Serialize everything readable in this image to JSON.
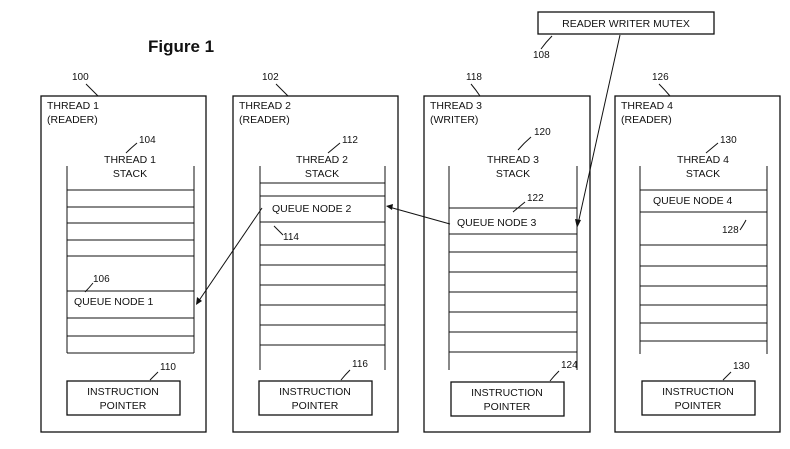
{
  "figure_title": "Figure 1",
  "mutex": {
    "label": "READER WRITER MUTEX",
    "ref": "108"
  },
  "threads": [
    {
      "ref": "100",
      "name": "THREAD 1",
      "role": "(READER)",
      "stack": {
        "ref": "104",
        "line1": "THREAD 1",
        "line2": "STACK"
      },
      "queue_node": {
        "label": "QUEUE NODE 1",
        "ref": "106"
      },
      "instruction_pointer": {
        "line1": "INSTRUCTION",
        "line2": "POINTER",
        "ref": "110"
      }
    },
    {
      "ref": "102",
      "name": "THREAD 2",
      "role": "(READER)",
      "stack": {
        "ref": "112",
        "line1": "THREAD 2",
        "line2": "STACK"
      },
      "queue_node": {
        "label": "QUEUE NODE 2",
        "ref": "114"
      },
      "instruction_pointer": {
        "line1": "INSTRUCTION",
        "line2": "POINTER",
        "ref": "116"
      }
    },
    {
      "ref": "118",
      "name": "THREAD 3",
      "role": "(WRITER)",
      "stack": {
        "ref": "120",
        "line1": "THREAD 3",
        "line2": "STACK"
      },
      "queue_node": {
        "label": "QUEUE NODE 3",
        "ref": "122"
      },
      "instruction_pointer": {
        "line1": "INSTRUCTION",
        "line2": "POINTER",
        "ref": "124"
      }
    },
    {
      "ref": "126",
      "name": "THREAD 4",
      "role": "(READER)",
      "stack": {
        "ref": "130",
        "line1": "THREAD 4",
        "line2": "STACK"
      },
      "queue_node": {
        "label": "QUEUE NODE 4",
        "ref": "128"
      },
      "instruction_pointer": {
        "line1": "INSTRUCTION",
        "line2": "POINTER",
        "ref": "130"
      }
    }
  ]
}
